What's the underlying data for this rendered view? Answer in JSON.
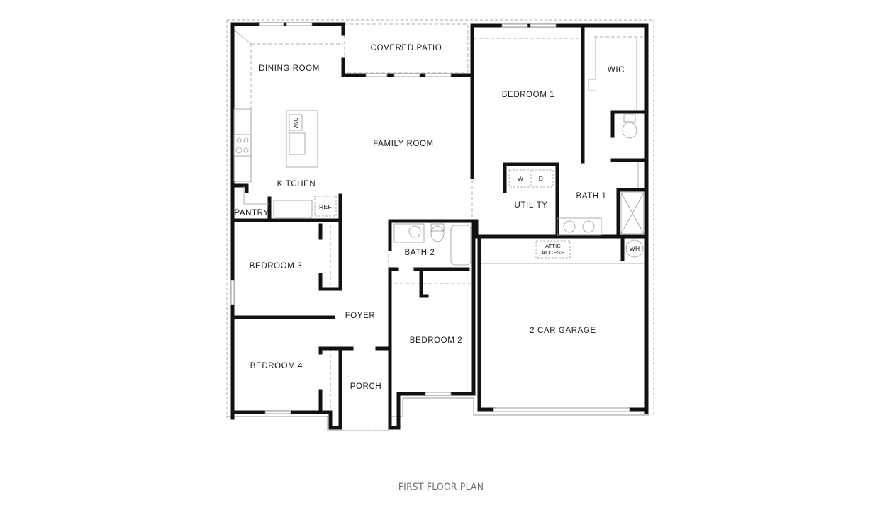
{
  "title": "FIRST FLOOR PLAN",
  "rooms": {
    "dining_room": "DINING ROOM",
    "covered_patio": "COVERED PATIO",
    "family_room": "FAMILY ROOM",
    "kitchen": "KITCHEN",
    "pantry": "PANTRY",
    "bedroom_1": "BEDROOM 1",
    "wic": "WIC",
    "bath_1": "BATH 1",
    "utility": "UTILITY",
    "bath_2": "BATH 2",
    "bedroom_2": "BEDROOM 2",
    "bedroom_3": "BEDROOM 3",
    "bedroom_4": "BEDROOM 4",
    "foyer": "FOYER",
    "porch": "PORCH",
    "garage": "2 CAR GARAGE"
  },
  "fixtures": {
    "dishwasher": "DW",
    "refrigerator": "REF",
    "washer": "W",
    "dryer": "D",
    "water_heater": "WH",
    "attic_access_line1": "ATTIC",
    "attic_access_line2": "ACCESS"
  },
  "colors": {
    "wall": "#111111",
    "outline": "#9a9a9a",
    "caption": "#6f6f6f"
  }
}
